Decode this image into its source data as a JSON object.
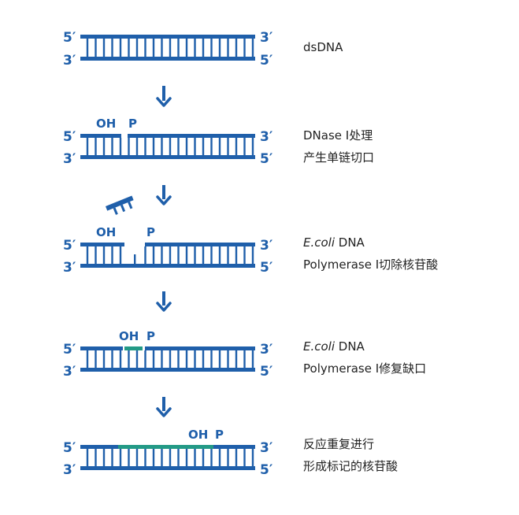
{
  "colors": {
    "strand": "#1f5faa",
    "new_strand": "#239a86",
    "text": "#222222"
  },
  "end_labels": {
    "five": "5′",
    "three": "3′"
  },
  "nick_labels": {
    "oh": "OH",
    "p": "P"
  },
  "steps": [
    {
      "id": "dsdna",
      "desc_lines": [
        {
          "text": "dsDNA"
        }
      ]
    },
    {
      "id": "dnase",
      "desc_lines": [
        {
          "text": "DNase I处理"
        },
        {
          "text": "产生单链切口"
        }
      ]
    },
    {
      "id": "excision",
      "desc_lines": [
        {
          "italic": "E.coli",
          "text": " DNA"
        },
        {
          "text": "Polymerase I切除核苷酸"
        }
      ]
    },
    {
      "id": "repair",
      "desc_lines": [
        {
          "italic": "E.coli",
          "text": " DNA"
        },
        {
          "text": "Polymerase I修复缺口"
        }
      ]
    },
    {
      "id": "repeat",
      "desc_lines": [
        {
          "text": "反应重复进行"
        },
        {
          "text": "形成标记的核苷酸"
        }
      ]
    }
  ]
}
